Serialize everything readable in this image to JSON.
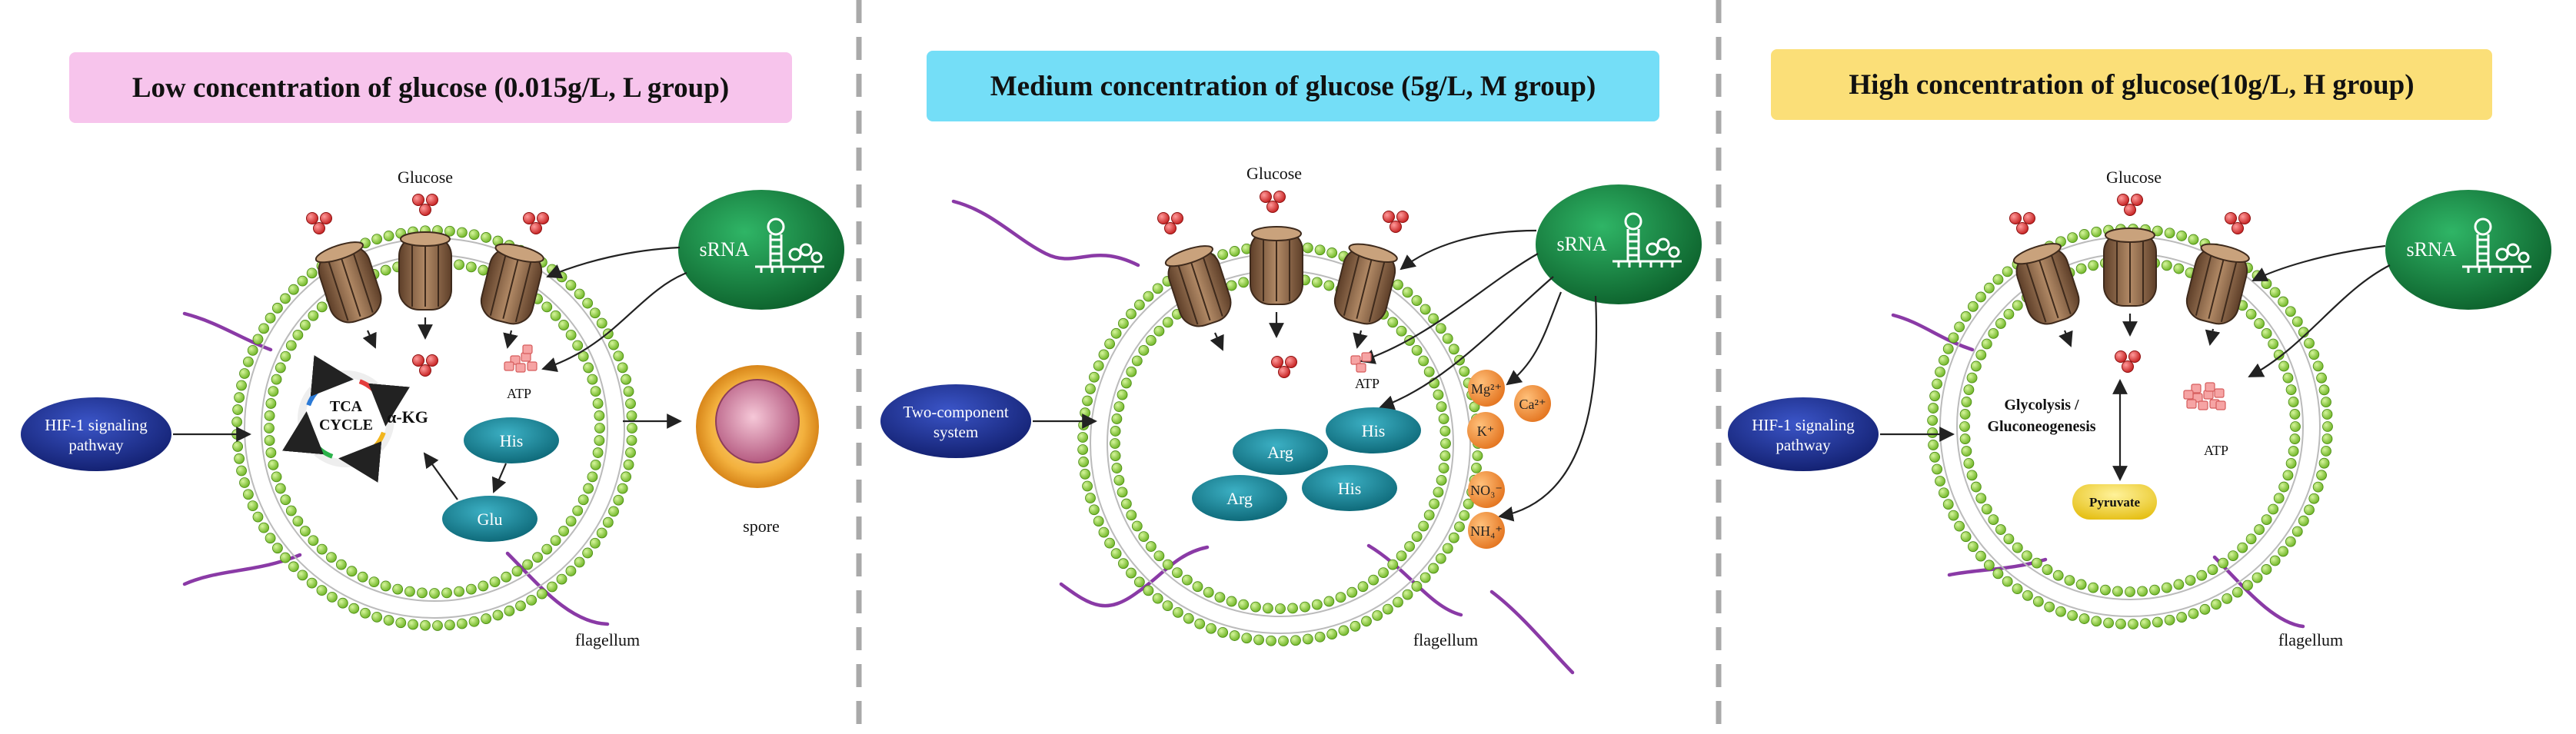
{
  "colors": {
    "title_low": "#f7c4ec",
    "title_medium": "#74def7",
    "title_high": "#fbdf78",
    "membrane_bead": "#93d63a",
    "membrane_bead_edge": "#4a8a14",
    "channel": "#8b6446",
    "glucose": "#d93a3a",
    "srna": "#137a3a",
    "navy_pill": "#1b2d8c",
    "teal_ellipse": "#0e7a8c",
    "ion": "#f0882a",
    "flagellum": "#8a3aa6",
    "divider": "#aaaaaa",
    "pyruvate": "#f5d320",
    "spore": "#f2a234"
  },
  "panels": [
    {
      "title": "Low concentration of glucose (0.015g/L, L group)",
      "glucose_label": "Glucose",
      "srna_label": "sRNA",
      "signal_label": "HIF-1 signaling pathway",
      "atp_label": "ATP",
      "tca_label": "TCA CYCLE",
      "akg_label": "α-KG",
      "his_label": "His",
      "glu_label": "Glu",
      "spore_label": "spore",
      "flagellum_label": "flagellum"
    },
    {
      "title": "Medium concentration of glucose (5g/L, M group)",
      "glucose_label": "Glucose",
      "srna_label": "sRNA",
      "signal_label": "Two-component system",
      "atp_label": "ATP",
      "amino_acids": [
        "Arg",
        "His",
        "Arg",
        "His"
      ],
      "ions": [
        "Mg²⁺",
        "Ca²⁺",
        "K⁺",
        "NO₃⁻",
        "NH₄⁺"
      ],
      "flagellum_label": "flagellum"
    },
    {
      "title": "High concentration of glucose(10g/L, H group)",
      "glucose_label": "Glucose",
      "srna_label": "sRNA",
      "signal_label": "HIF-1 signaling pathway",
      "atp_label": "ATP",
      "glycolysis_label": "Glycolysis / Gluconeogenesis",
      "pyruvate_label": "Pyruvate",
      "flagellum_label": "flagellum"
    }
  ]
}
